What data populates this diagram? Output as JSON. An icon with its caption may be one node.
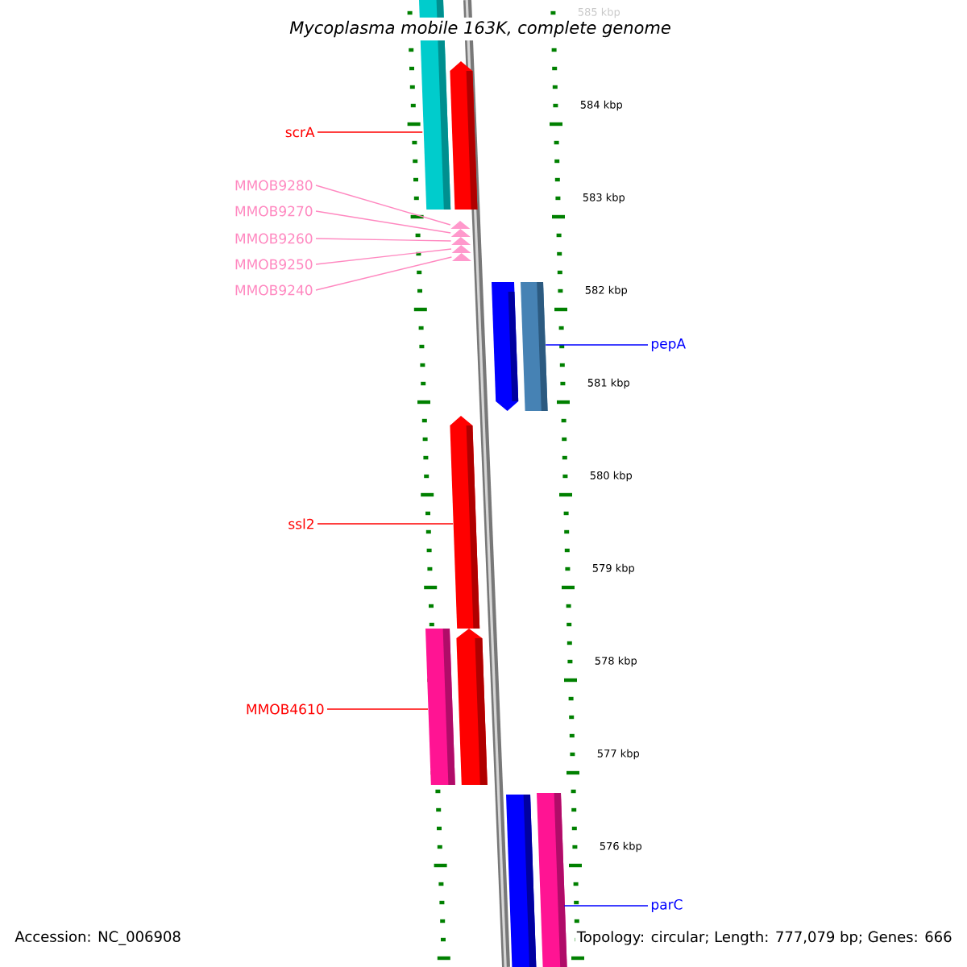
{
  "diagram": {
    "title": "Mycoplasma mobile 163K, complete genome",
    "nodes": [
      {
        "text": [
          "scrA"
        ]
      },
      {
        "text": [
          "MMOB9280"
        ]
      },
      {
        "text": [
          "MMOB9270"
        ]
      },
      {
        "text": [
          "MMOB9260"
        ]
      },
      {
        "text": [
          "MMOB9250"
        ]
      },
      {
        "text": [
          "MMOB9240"
        ]
      },
      {
        "text": [
          "pepA"
        ]
      },
      {
        "text": [
          "ssl2"
        ]
      },
      {
        "text": [
          "MMOB4610"
        ]
      },
      {
        "text": [
          "parC"
        ]
      },
      {
        "text": [],
        "shape": "bar"
      },
      {
        "text": [],
        "shape": "arrow"
      },
      {
        "text": [],
        "shape": "arrow"
      },
      {
        "text": [],
        "shape": "arrow"
      },
      {
        "text": [],
        "shape": "arrow"
      },
      {
        "text": [],
        "shape": "arrow"
      },
      {
        "text": [],
        "shape": "arrow"
      },
      {
        "text": [],
        "shape": "arrow"
      },
      {
        "text": [],
        "shape": "bar"
      },
      {
        "text": [],
        "shape": "arrow"
      },
      {
        "text": [],
        "shape": "bar"
      },
      {
        "text": [],
        "shape": "arrow"
      },
      {
        "text": [],
        "shape": "bar"
      },
      {
        "text": [],
        "shape": "bar"
      }
    ],
    "edges": [
      {
        "from": 0,
        "to": 10,
        "arrow": "none",
        "color": "#ff0000"
      },
      {
        "from": 1,
        "to": 12,
        "arrow": "none"
      },
      {
        "from": 2,
        "to": 13,
        "arrow": "none"
      },
      {
        "from": 3,
        "to": 14,
        "arrow": "none"
      },
      {
        "from": 4,
        "to": 15,
        "arrow": "none"
      },
      {
        "from": 5,
        "to": 16,
        "arrow": "none"
      },
      {
        "from": 6,
        "to": 18,
        "arrow": "none",
        "color": "#0000ff"
      },
      {
        "from": 7,
        "to": 19,
        "arrow": "none",
        "color": "#ff0000"
      },
      {
        "from": 8,
        "to": 20,
        "arrow": "none",
        "color": "#ff0000"
      },
      {
        "from": 9,
        "to": 23,
        "arrow": "none",
        "color": "#0000ff"
      }
    ],
    "labels": [
      "585 kbp",
      "584 kbp",
      "583 kbp",
      "582 kbp",
      "581 kbp",
      "580 kbp",
      "579 kbp",
      "578 kbp",
      "577 kbp",
      "576 kbp",
      "Accession: NC_006908",
      "Topology: circular; Length: 777,079 bp; Genes: 666"
    ]
  }
}
